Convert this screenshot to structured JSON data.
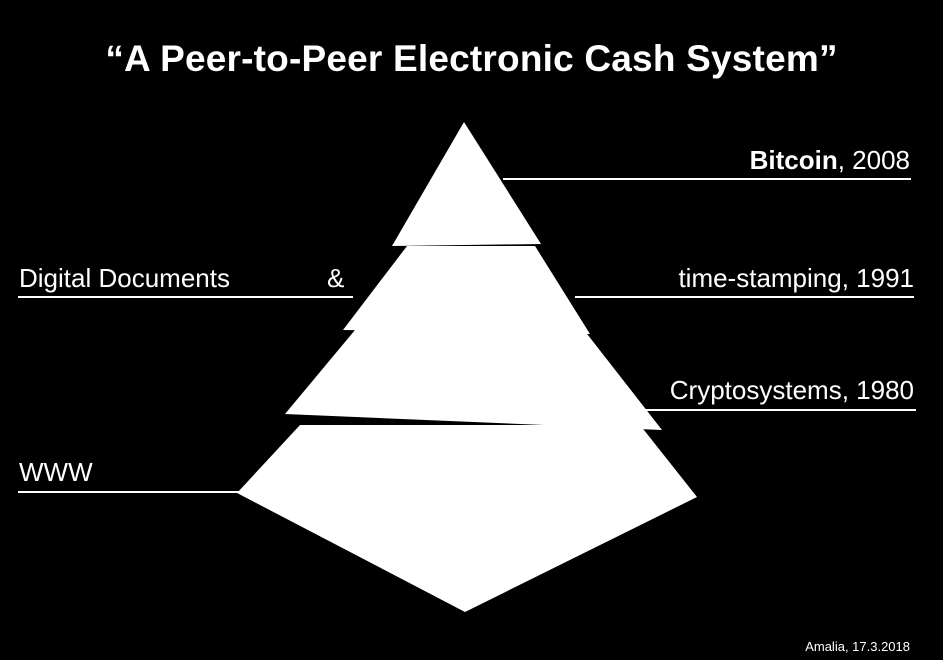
{
  "slide": {
    "title": "“A Peer-to-Peer Electronic Cash System”",
    "bitcoin": {
      "name": "Bitcoin",
      "year": ", 2008"
    },
    "digital_documents": "Digital Documents",
    "ampersand": "&",
    "timestamping": "time-stamping, 1991",
    "cryptosystems": "Cryptosystems, 1980",
    "www": "WWW",
    "credit": "Amalia, 17.3.2018"
  },
  "colors": {
    "background": "#000000",
    "foreground": "#ffffff"
  }
}
